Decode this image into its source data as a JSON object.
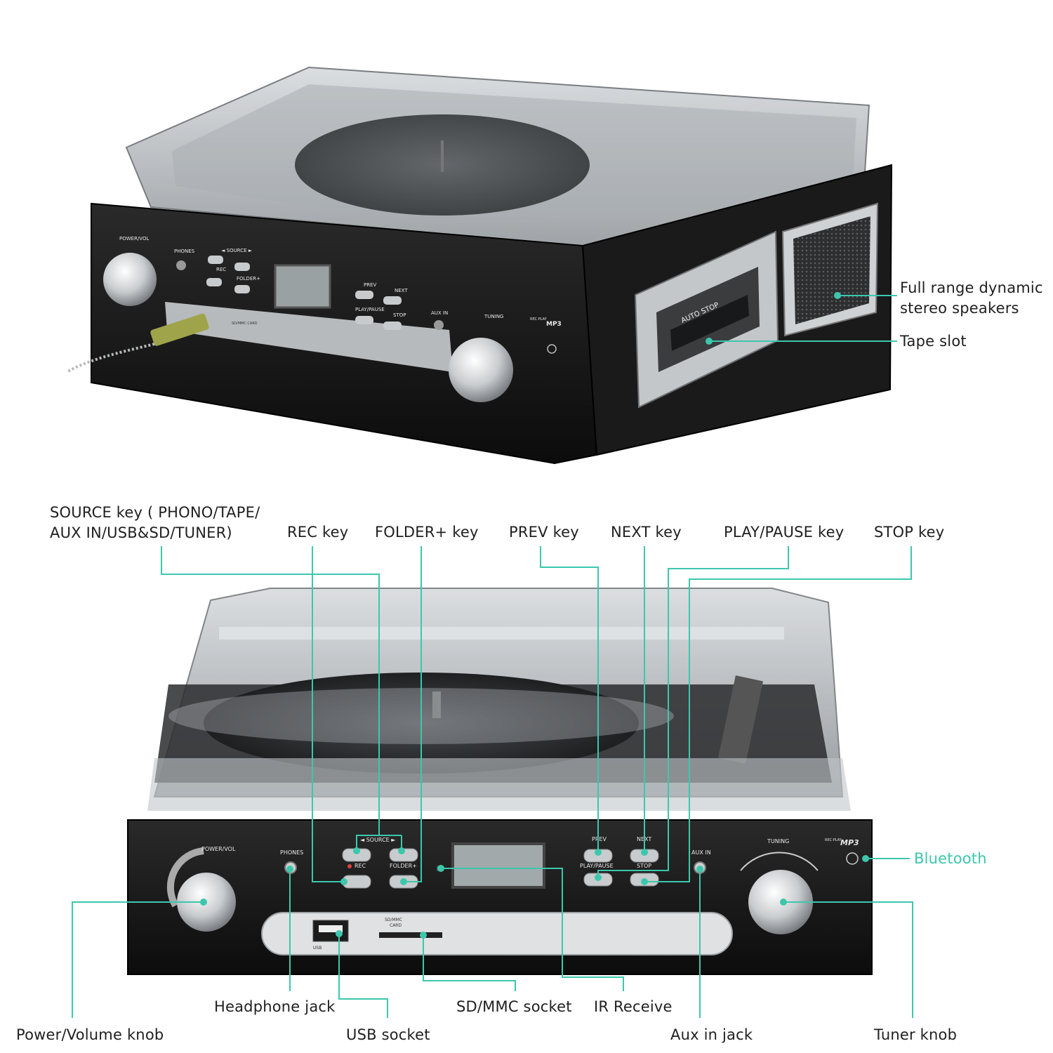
{
  "colors": {
    "accent": "#3cc7ad",
    "text": "#1f1f1f",
    "body": "#151515",
    "lid": "#b9bdc0",
    "silver": "#d4d6d8"
  },
  "top_view": {
    "panel_labels": {
      "power_vol": "POWER/VOL",
      "phones": "PHONES",
      "source": "◄ SOURCE ►",
      "rec": "REC",
      "folder": "FOLDER+",
      "prev": "PREV",
      "next": "NEXT",
      "play_pause": "PLAY/PAUSE",
      "stop": "STOP",
      "aux_in": "AUX IN",
      "tuning": "TUNING",
      "rec_play": "REC·PLAY",
      "mp3": "MP3",
      "card": "SD/MMC CARD",
      "auto_stop": "AUTO STOP"
    },
    "callouts": {
      "speakers_line1": "Full range dynamic",
      "speakers_line2": "stereo speakers",
      "tape_slot": "Tape slot"
    }
  },
  "front_view": {
    "panel_labels": {
      "power_vol": "POWER/VOL",
      "phones": "PHONES",
      "source": "◄ SOURCE ►",
      "rec": "REC",
      "folder": "FOLDER+",
      "prev": "PREV",
      "next": "NEXT",
      "play_pause": "PLAY/PAUSE",
      "stop": "STOP",
      "aux_in": "AUX IN",
      "tuning": "TUNING",
      "rec_play": "REC·PLAY",
      "mp3": "MP3",
      "card_line1": "SD/MMC",
      "card_line2": "CARD",
      "usb": "USB"
    },
    "callouts": {
      "source_line1": "SOURCE key ( PHONO/TAPE/",
      "source_line2": "AUX IN/USB&SD/TUNER)",
      "rec_key": "REC key",
      "folder_key": "FOLDER+ key",
      "prev_key": "PREV key",
      "next_key": "NEXT key",
      "play_pause_key": "PLAY/PAUSE key",
      "stop_key": "STOP key",
      "bluetooth": "Bluetooth",
      "power_knob": "Power/Volume knob",
      "headphone_jack": "Headphone jack",
      "usb_socket": "USB socket",
      "sd_socket": "SD/MMC socket",
      "ir_receive": "IR Receive",
      "aux_jack": "Aux in jack",
      "tuner_knob": "Tuner knob"
    }
  }
}
